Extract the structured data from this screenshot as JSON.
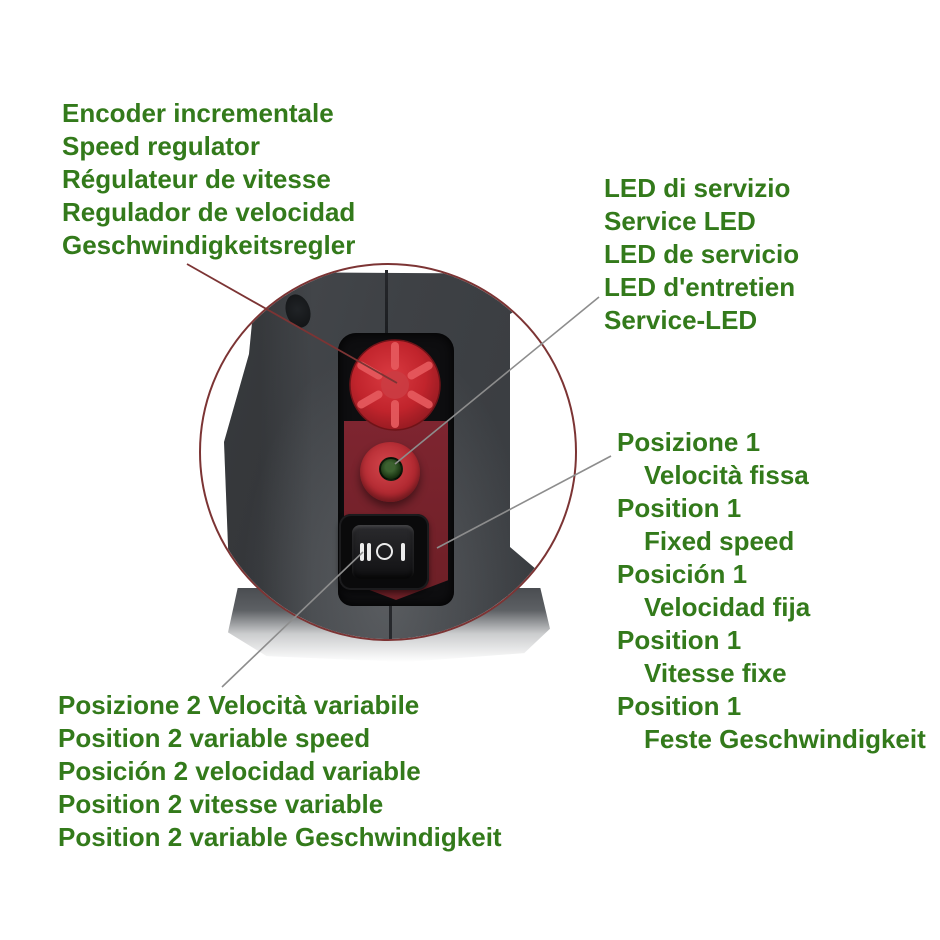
{
  "colors": {
    "label_green": "#337a1b",
    "callout_maroon": "#7c3434",
    "callout_gray": "#8d8d8d",
    "body_gray": "#3f4246",
    "panel_red": "#77222a",
    "knob_red": "#c42730",
    "led_green": "#1d3a14",
    "switch_black": "#0c0c0d",
    "marking_white": "#ececec"
  },
  "labels": {
    "speed_regulator": [
      "Encoder incrementale",
      "Speed regulator",
      "Régulateur de vitesse",
      "Regulador de velocidad",
      "Geschwindigkeitsregler"
    ],
    "service_led": [
      "LED di servizio",
      "Service LED",
      "LED de servicio",
      "LED d'entretien",
      "Service-LED"
    ],
    "position_1": [
      "Posizione 1",
      "Velocità fissa",
      "Position 1",
      "Fixed speed",
      "Posición 1",
      "Velocidad fija",
      "Position 1",
      "Vitesse fixe",
      "Position 1",
      "Feste Geschwindigkeit"
    ],
    "position_2": [
      "Posizione 2 Velocità variabile",
      "Position 2 variable speed",
      "Posición 2 velocidad variable",
      "Position 2 vitesse variable",
      "Position 2 variable Geschwindigkeit"
    ]
  },
  "switch": {
    "markings": "II O I"
  }
}
